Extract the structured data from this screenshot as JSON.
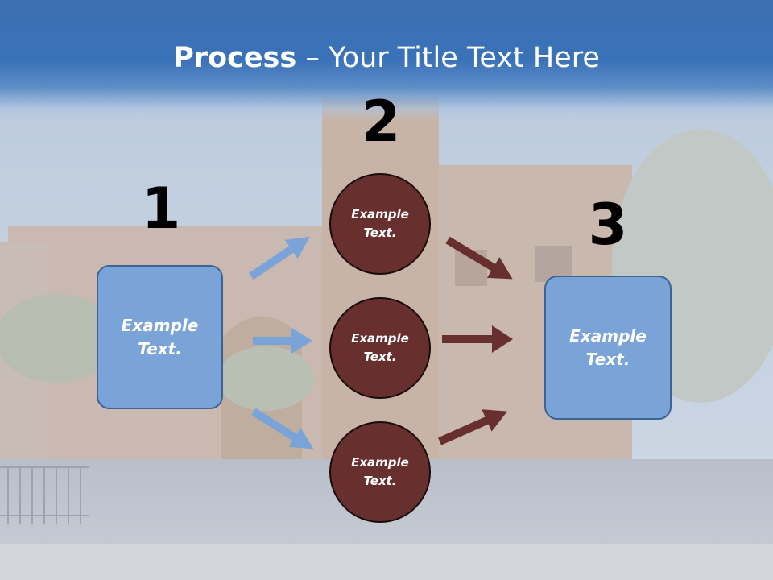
{
  "slide": {
    "title_bold": "Process",
    "title_rest": " – Your Title Text Here"
  },
  "steps": {
    "step1": {
      "number": "1",
      "text": "Example Text."
    },
    "step2": {
      "number": "2",
      "items": [
        {
          "text": "Example Text."
        },
        {
          "text": "Example Text."
        },
        {
          "text": "Example Text."
        }
      ]
    },
    "step3": {
      "number": "3",
      "text": "Example Text."
    }
  },
  "colors": {
    "box_fill": "#7aa4d8",
    "circle_fill": "#682f2f",
    "blue_arrow": "#7aa4d8",
    "red_arrow": "#682f2f",
    "title_band": "#3a72b9"
  }
}
